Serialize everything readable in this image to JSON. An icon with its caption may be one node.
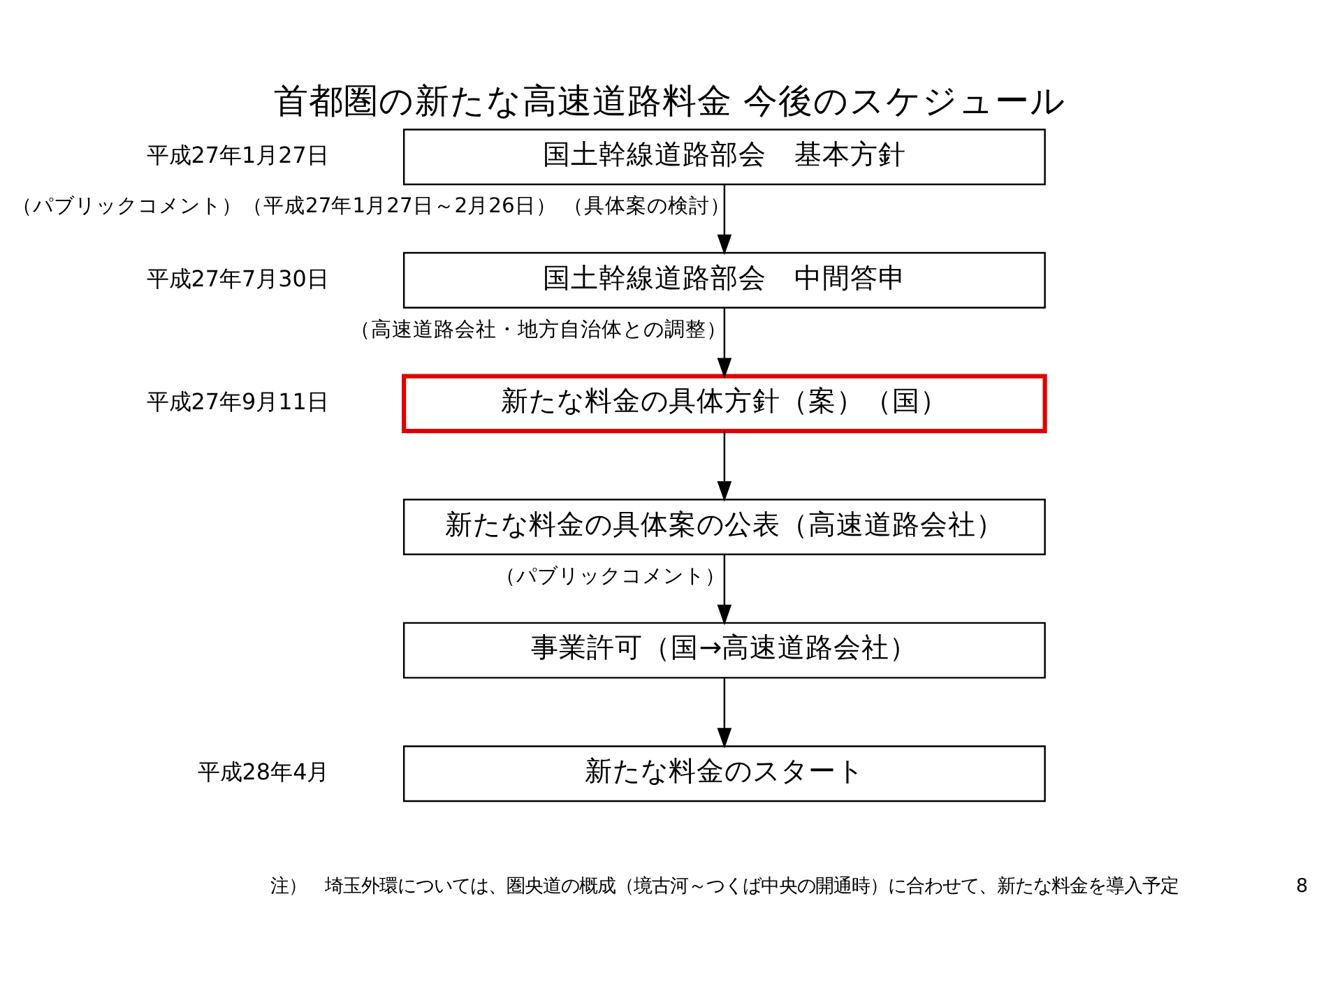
{
  "diagram": {
    "title": "首都圏の新たな高速道路料金 今後のスケジュール",
    "nodes": [
      {
        "text": [
          "国土幹線道路部会　基本方針"
        ],
        "beside": [
          "平成27年1月27日"
        ]
      },
      {
        "text": [
          "国土幹線道路部会　中間答申"
        ],
        "beside": [
          "平成27年7月30日"
        ]
      },
      {
        "text": [
          "新たな料金の具体方針（案）（国）"
        ],
        "beside": [
          "平成27年9月11日"
        ]
      },
      {
        "text": [
          "新たな料金の具体案の公表（高速道路会社）"
        ]
      },
      {
        "text": [
          "事業許可（国→高速道路会社）"
        ]
      },
      {
        "text": [
          "新たな料金のスタート"
        ],
        "beside": [
          "平成28年4月"
        ]
      }
    ],
    "edges": [
      {
        "from": 0,
        "to": 1,
        "arrow": "to",
        "label": "（パブリックコメント）（平成27年1月27日～2月26日） （具体案の検討）"
      },
      {
        "from": 1,
        "to": 2,
        "arrow": "to",
        "label": "（高速道路会社・地方自治体との調整）"
      },
      {
        "from": 2,
        "to": 3,
        "arrow": "to"
      },
      {
        "from": 3,
        "to": 4,
        "arrow": "to",
        "label": "（パブリックコメント）"
      },
      {
        "from": 4,
        "to": 5,
        "arrow": "to"
      }
    ],
    "labels": [
      "注）　埼玉外環については、圏央道の概成（境古河～つくば中央の開通時）に合わせて、新たな料金を導入予定",
      "8"
    ]
  }
}
